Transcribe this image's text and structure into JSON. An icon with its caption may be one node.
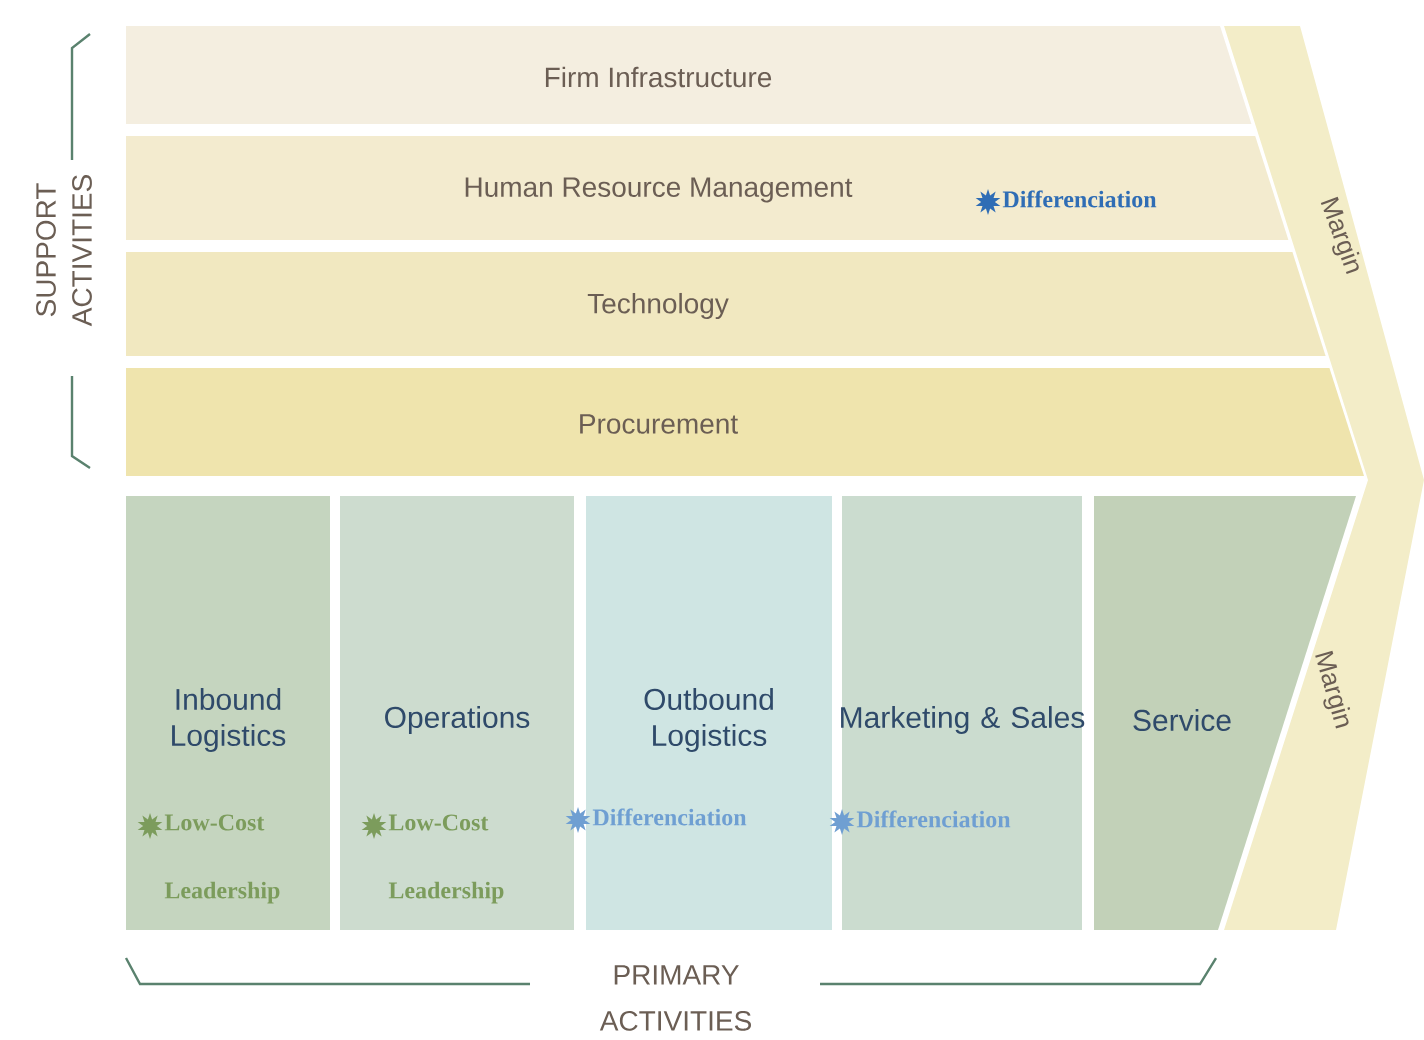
{
  "diagram": {
    "nodes": [
      {
        "text": [
          "Firm Infrastructure"
        ]
      },
      {
        "text": [
          "Human Resource Management",
          "Differenciation"
        ]
      },
      {
        "text": [
          "Technology"
        ]
      },
      {
        "text": [
          "Procurement"
        ]
      },
      {
        "text": [
          "Inbound Logistics",
          "Low-Cost Leadership"
        ]
      },
      {
        "text": [
          "Operations",
          "Low-Cost Leadership"
        ]
      },
      {
        "text": [
          "Outbound Logistics",
          "Differenciation"
        ]
      },
      {
        "text": [
          "Marketing & Sales",
          "Differenciation"
        ]
      },
      {
        "text": [
          "Service"
        ]
      },
      {
        "text": [
          "Margin",
          "Margin"
        ]
      }
    ],
    "labels": [
      "SUPPORT ACTIVITIES",
      "PRIMARY ACTIVITIES"
    ]
  }
}
